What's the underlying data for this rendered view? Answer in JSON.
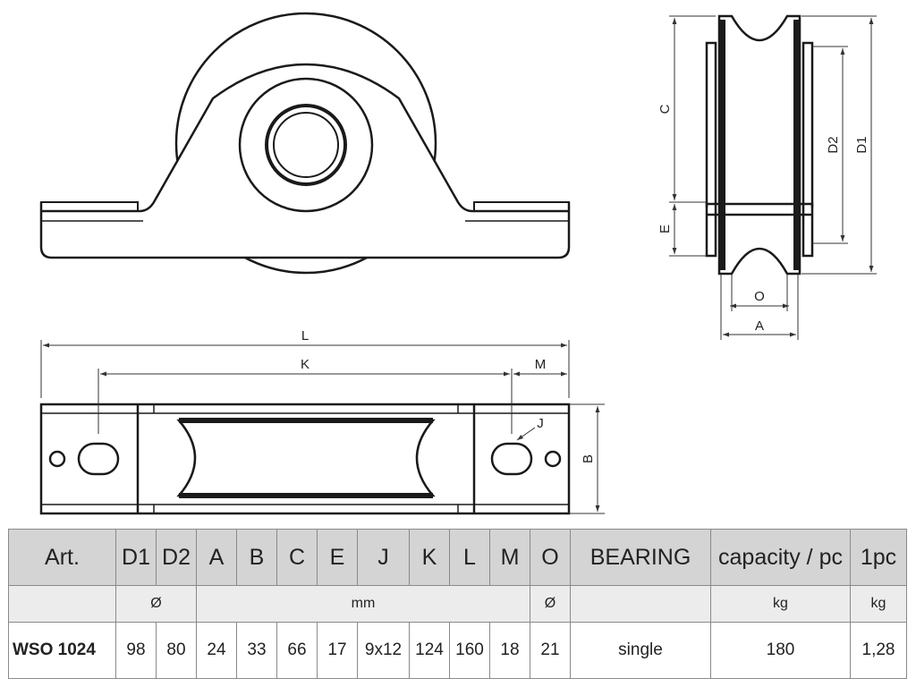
{
  "dims": {
    "L": "L",
    "K": "K",
    "M": "M",
    "J": "J",
    "B": "B",
    "C": "C",
    "E": "E",
    "D2": "D2",
    "D1": "D1",
    "O": "O",
    "A": "A"
  },
  "table": {
    "headers": [
      "Art.",
      "D1",
      "D2",
      "A",
      "B",
      "C",
      "E",
      "J",
      "K",
      "L",
      "M",
      "O",
      "BEARING",
      "capacity / pc",
      "1pc"
    ],
    "units": {
      "diameter": "Ø",
      "mm": "mm",
      "o_diameter": "Ø",
      "capacity": "kg",
      "weight": "kg"
    },
    "row": [
      "WSO 1024",
      "98",
      "80",
      "24",
      "33",
      "66",
      "17",
      "9x12",
      "124",
      "160",
      "18",
      "21",
      "single",
      "180",
      "1,28"
    ]
  }
}
